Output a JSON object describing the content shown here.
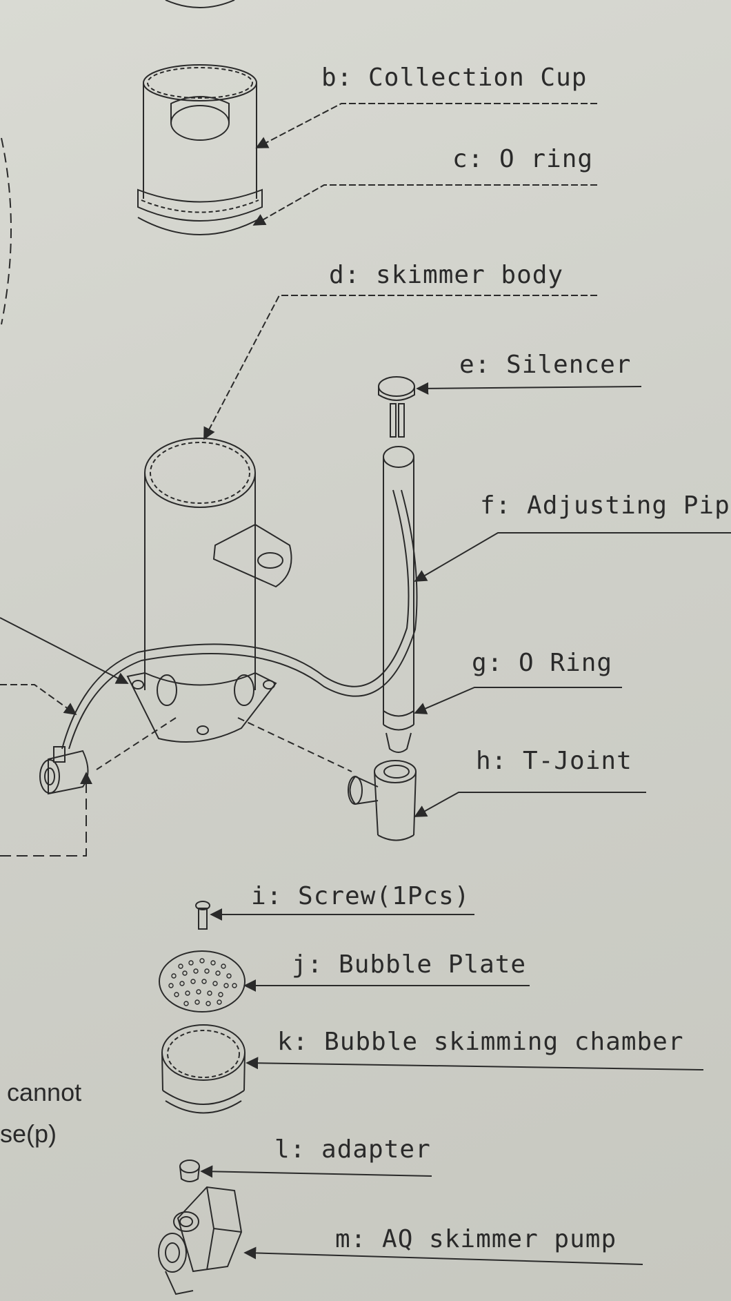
{
  "labels": {
    "b": "b: Collection Cup",
    "c": "c: O ring",
    "d": "d: skimmer body",
    "e": "e: Silencer",
    "f": "f: Adjusting Pip",
    "g": "g: O Ring",
    "h": "h: T-Joint",
    "i": "i: Screw(1Pcs)",
    "j": "j: Bubble Plate",
    "k": "k: Bubble skimming chamber",
    "l": "l: adapter",
    "m": "m: AQ skimmer pump"
  },
  "side_text": {
    "line1": "cannot",
    "line2": "se(p)"
  },
  "colors": {
    "ink": "#2a2a2a",
    "paper": "#d3d4cd"
  }
}
